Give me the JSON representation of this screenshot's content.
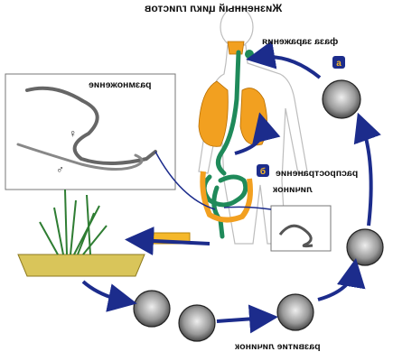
{
  "title": "Жизненный цикл глистов",
  "labels": {
    "infection": "фаза заражения",
    "reproduction": "размножение",
    "spread": "распространение",
    "larva": "личинок",
    "development": "развитие личинок"
  },
  "badges": {
    "infection": "а",
    "spread": "б"
  },
  "symbols": {
    "female": "♀",
    "male": "♂"
  },
  "colors": {
    "organs": "#f2a020",
    "digestive": "#1f8a5a",
    "arrows": "#1c2c8c",
    "soil": "#d9c55a",
    "transfer": "#f5b82a",
    "grass": "#2e7d32"
  }
}
